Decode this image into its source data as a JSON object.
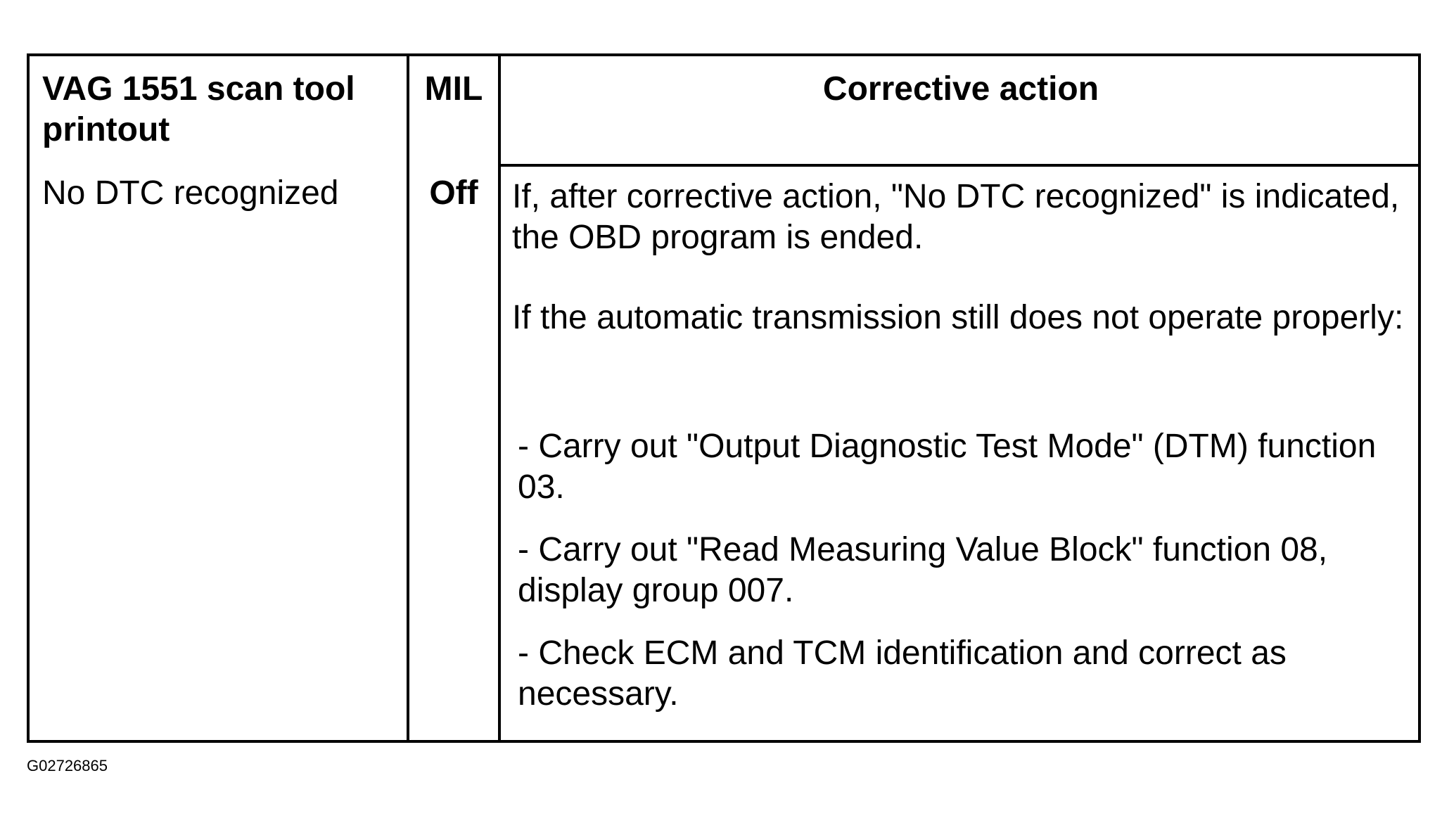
{
  "table": {
    "headers": {
      "scan_tool": "VAG 1551 scan tool printout",
      "mil": "MIL",
      "corrective_action": "Corrective action"
    },
    "row": {
      "scan_tool_value": "No DTC recognized",
      "mil_value": "Off",
      "paragraphs": [
        "If, after corrective action, \"No DTC recognized\" is indicated, the OBD program is ended.",
        "If the automatic transmission still does not operate properly:"
      ],
      "steps": [
        "- Carry out \"Output Diagnostic Test Mode\" (DTM) function 03.",
        "- Carry out \"Read Measuring Value Block\" function 08, display group 007.",
        "- Check ECM and TCM identification and correct as necessary."
      ]
    }
  },
  "figure_id": "G02726865"
}
